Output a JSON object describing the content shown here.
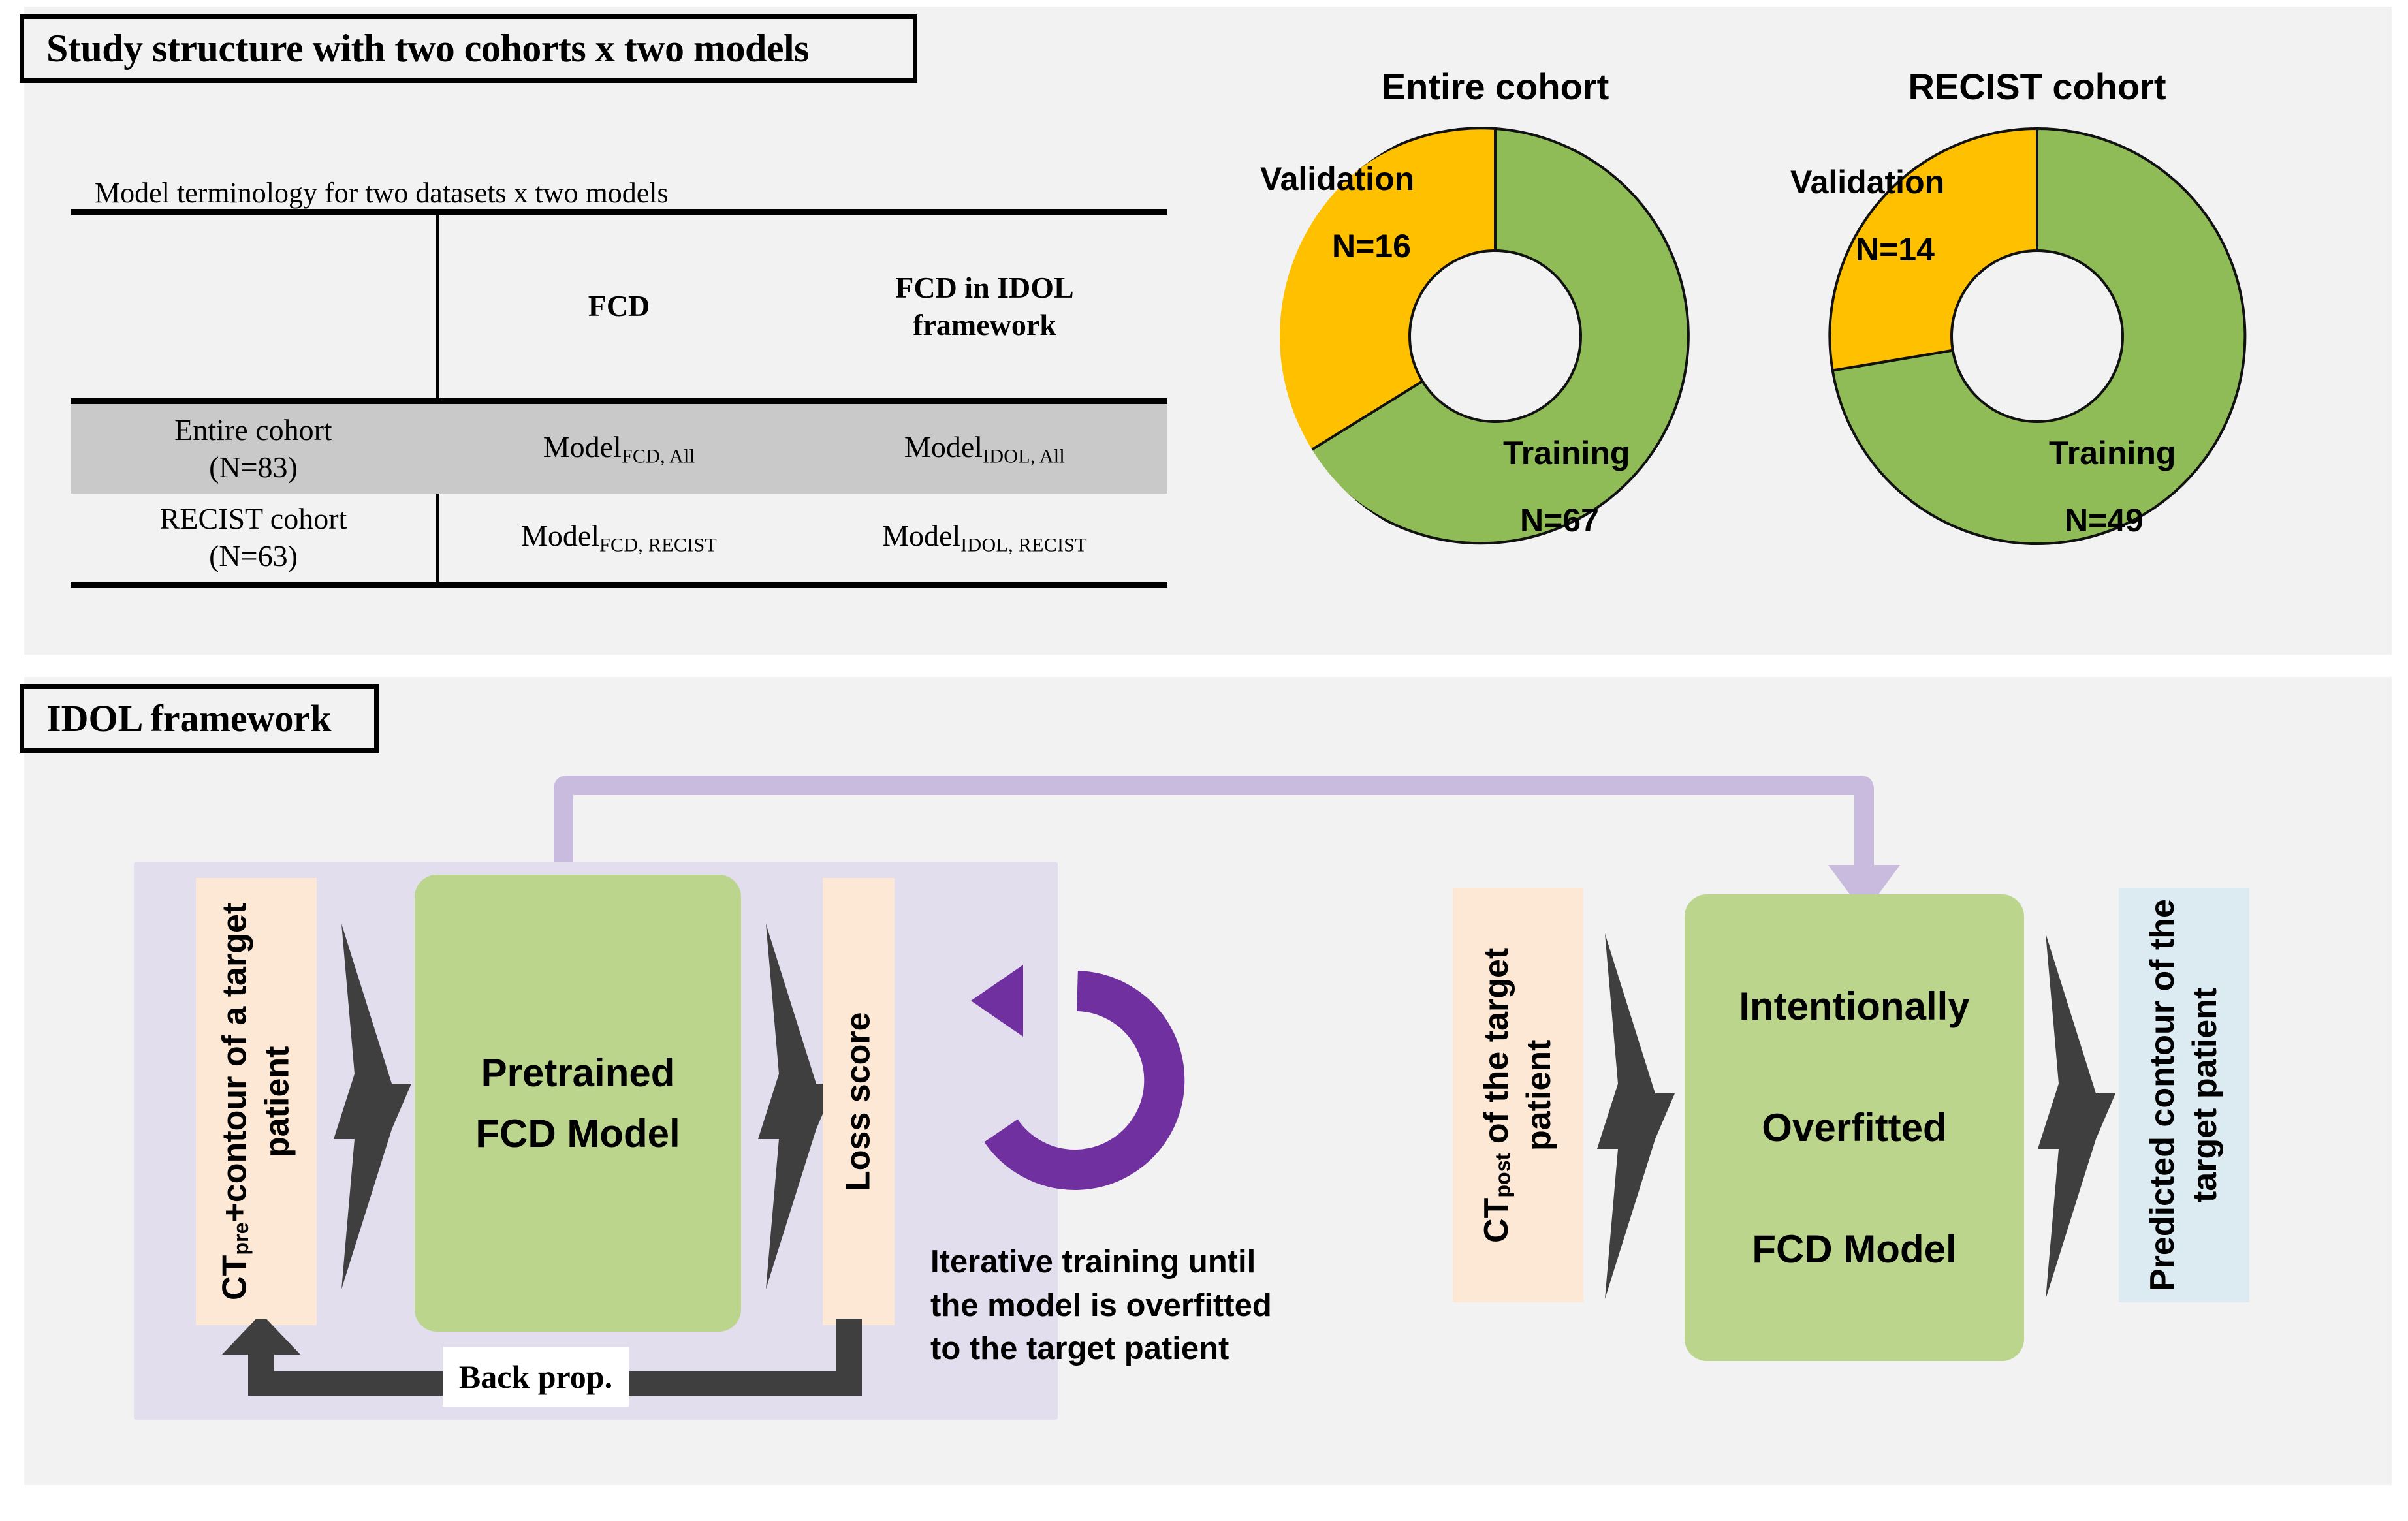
{
  "panels": {
    "study": {
      "title": "Study structure with two cohorts x two models"
    },
    "idol": {
      "title": "IDOL framework"
    }
  },
  "terminology_table": {
    "caption": "Model terminology  for two datasets x two models",
    "columns": [
      "",
      "FCD",
      "FCD in IDOL framework"
    ],
    "col_header_fcd": "FCD",
    "col_header_idol_l1": "FCD in IDOL",
    "col_header_idol_l2": "framework",
    "rows": [
      {
        "cohort_l1": "Entire cohort",
        "cohort_l2": "(N=83)",
        "fcd_base": "Model",
        "fcd_sub": "FCD, All",
        "idol_base": "Model",
        "idol_sub": "IDOL, All",
        "shaded": true
      },
      {
        "cohort_l1": "RECIST cohort",
        "cohort_l2": "(N=63)",
        "fcd_base": "Model",
        "fcd_sub": "FCD, RECIST",
        "idol_base": "Model",
        "idol_sub": "IDOL, RECIST",
        "shaded": false
      }
    ]
  },
  "chart_data": [
    {
      "type": "pie",
      "title": "Entire cohort",
      "categories": [
        "Training",
        "Validation"
      ],
      "values": [
        67,
        16
      ],
      "labels": [
        "Training",
        "Validation"
      ],
      "value_labels": [
        "N=67",
        "N=16"
      ],
      "total": 83,
      "colors": [
        "#8FBC56",
        "#FFC000"
      ],
      "donut": true,
      "legend": "inline-slice-labels"
    },
    {
      "type": "pie",
      "title": "RECIST  cohort",
      "categories": [
        "Training",
        "Validation"
      ],
      "values": [
        49,
        14
      ],
      "labels": [
        "Training",
        "Validation"
      ],
      "value_labels": [
        "N=49",
        "N=14"
      ],
      "total": 63,
      "colors": [
        "#8FBC56",
        "#FFC000"
      ],
      "donut": true,
      "legend": "inline-slice-labels"
    }
  ],
  "donuts": [
    {
      "title": "Entire cohort",
      "validation_label": "Validation",
      "validation_value": "N=16",
      "training_label": "Training",
      "training_value": "N=67"
    },
    {
      "title": "RECIST  cohort",
      "validation_label": "Validation",
      "validation_value": "N=14",
      "training_label": "Training",
      "training_value": "N=49"
    }
  ],
  "idol": {
    "left": {
      "input_base": "CT",
      "input_sub": "pre",
      "input_rest": "+contour of a target patient",
      "model_l1": "Pretrained",
      "model_l2": "FCD Model",
      "output": "Loss score",
      "backprop_label": "Back prop.",
      "iterative_text": "Iterative training until\nthe model is overfitted\nto the target patient"
    },
    "right": {
      "input_base": "CT",
      "input_sub": "post",
      "input_rest": " of the target patient",
      "model_l1": "Intentionally",
      "model_l2": "Overfitted",
      "model_l3": "FCD Model",
      "output": "Predicted contour of the target patient"
    }
  },
  "colors": {
    "panel_bg": "#F2F2F2",
    "green": "#8FBC56",
    "green_box": "#BBD58C",
    "yellow": "#FFC000",
    "purple": "#7030A0",
    "lavender_panel": "#E3DEEE",
    "lavender_arrow": "#C9BBDD",
    "peach": "#FCE8D5",
    "light_blue": "#DCEBF2",
    "arrow_gray": "#3F3F3F",
    "table_shade": "#C9C9C9"
  }
}
